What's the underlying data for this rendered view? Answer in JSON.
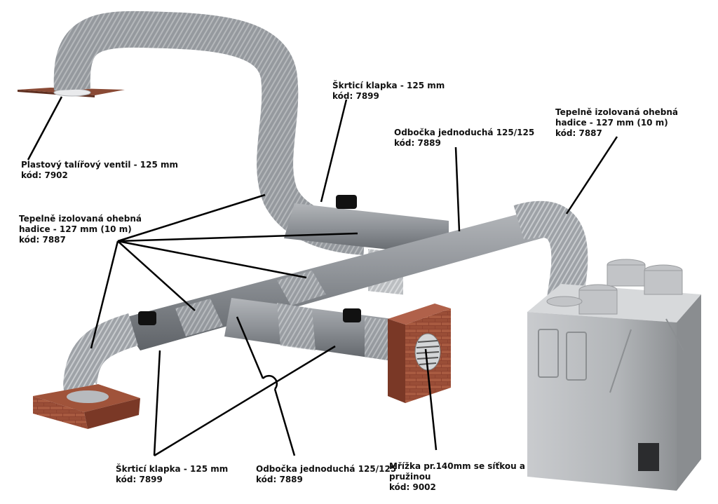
{
  "colors": {
    "duct": "#9a9ea3",
    "duct_dark": "#6f7378",
    "brick": "#9a4a33",
    "unit": "#c4c6c9",
    "leader": "#000000"
  },
  "labels": {
    "ventil": {
      "name": "Plastový talířový ventil - 125 mm",
      "code": "kód: 7902"
    },
    "hose_left": {
      "name1": "Tepelně izolovaná ohebná",
      "name2": "hadice - 127 mm (10 m)",
      "code": "kód: 7887"
    },
    "hose_right": {
      "name1": "Tepelně izolovaná ohebná",
      "name2": "hadice - 127 mm (10 m)",
      "code": "kód: 7887"
    },
    "klapka_top": {
      "name": "Škrticí klapka - 125 mm",
      "code": "kód: 7899"
    },
    "odbocka_top": {
      "name": "Odbočka jednoduchá 125/125",
      "code": "kód: 7889"
    },
    "klapka_bottom": {
      "name": "Škrticí klapka - 125 mm",
      "code": "kód: 7899"
    },
    "odbocka_bottom": {
      "name": "Odbočka jednoduchá 125/125",
      "code": "kód: 7889"
    },
    "mrizka": {
      "name1": "Mřížka pr.140mm se síťkou a",
      "name2": "pružinou",
      "code": "kód: 9002"
    }
  }
}
